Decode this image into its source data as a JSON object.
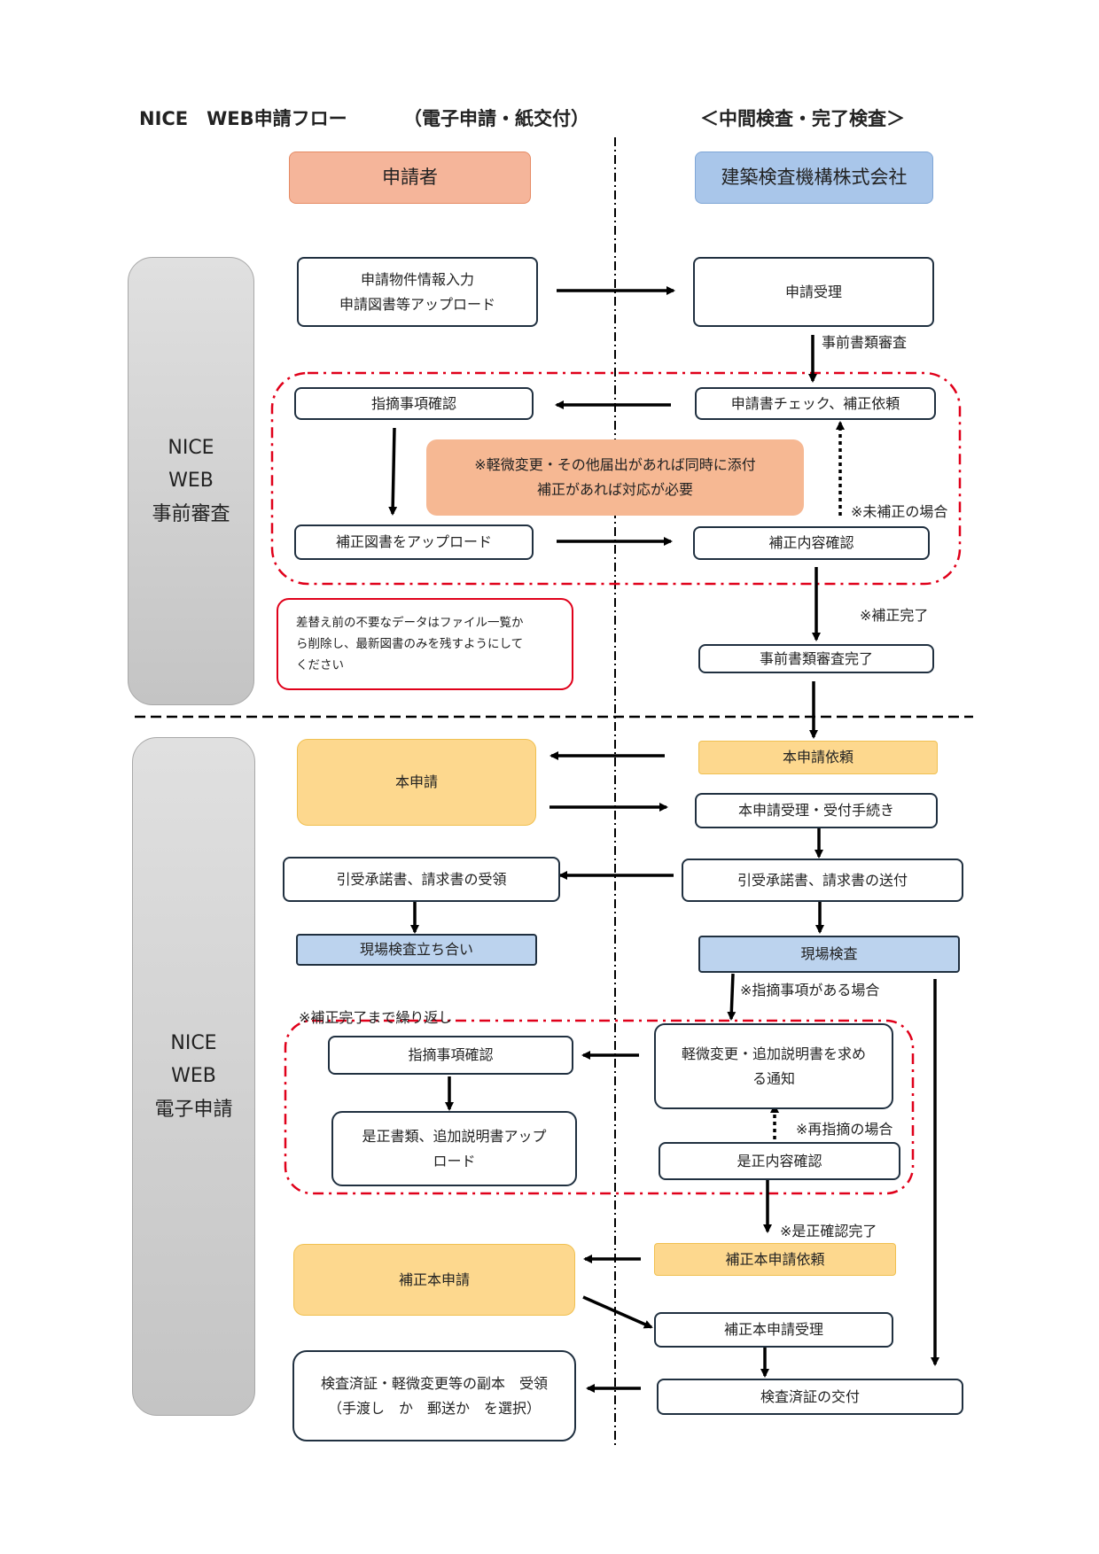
{
  "header": {
    "title_left": "NICE　WEB申請フロー",
    "title_mid": "（電子申請・紙交付）",
    "title_right": "＜中間検査・完了検査＞"
  },
  "lanes": {
    "applicant": "申請者",
    "agency": "建築検査機構株式会社"
  },
  "sections": {
    "pre_review": "NICE\nWEB\n事前審査",
    "e_application": "NICE\nWEB\n電子申請"
  },
  "pre": {
    "input": "申請物件情報入力\n申請図書等アップロード",
    "accept": "申請受理",
    "doc_review_label": "事前書類審査",
    "check_issue": "指摘事項確認",
    "check_request": "申請書チェック、補正依頼",
    "minor_note": "※軽微変更・その他届出があれば同時に添付\n補正があれば対応が必要",
    "not_corrected": "※未補正の場合",
    "upload_correction": "補正図書をアップロード",
    "confirm_correction": "補正内容確認",
    "correction_done": "※補正完了",
    "delete_note": "差替え前の不要なデータはファイル一覧か\nら削除し、最新図書のみを残すようにして\nください",
    "review_complete": "事前書類審査完了"
  },
  "main": {
    "request": "本申請依頼",
    "application": "本申請",
    "receipt": "本申請受理・受付手続き",
    "receive_docs": "引受承諾書、請求書の受領",
    "send_docs": "引受承諾書、請求書の送付",
    "attend": "現場検査立ち合い",
    "inspection": "現場検査",
    "if_issues": "※指摘事項がある場合",
    "repeat_note": "※補正完了まで繰り返し",
    "check_issue": "指摘事項確認",
    "notice": "軽微変更・追加説明書を求め\nる通知",
    "reissue": "※再指摘の場合",
    "upload_fix": "是正書類、追加説明書アップ\nロード",
    "confirm_fix": "是正内容確認",
    "fix_done": "※是正確認完了",
    "corr_request": "補正本申請依頼",
    "corr_application": "補正本申請",
    "corr_receipt": "補正本申請受理",
    "certificate_receive": "検査済証・軽微変更等の副本　受領\n（手渡し　か　郵送か　を選択）",
    "certificate_issue": "検査済証の交付"
  },
  "colors": {
    "red_dash": "#e0001a",
    "header_orange": "#f5b59a",
    "header_blue": "#a9c6ea",
    "yellow": "#fdd88e",
    "light_blue": "#bcd3ee"
  }
}
